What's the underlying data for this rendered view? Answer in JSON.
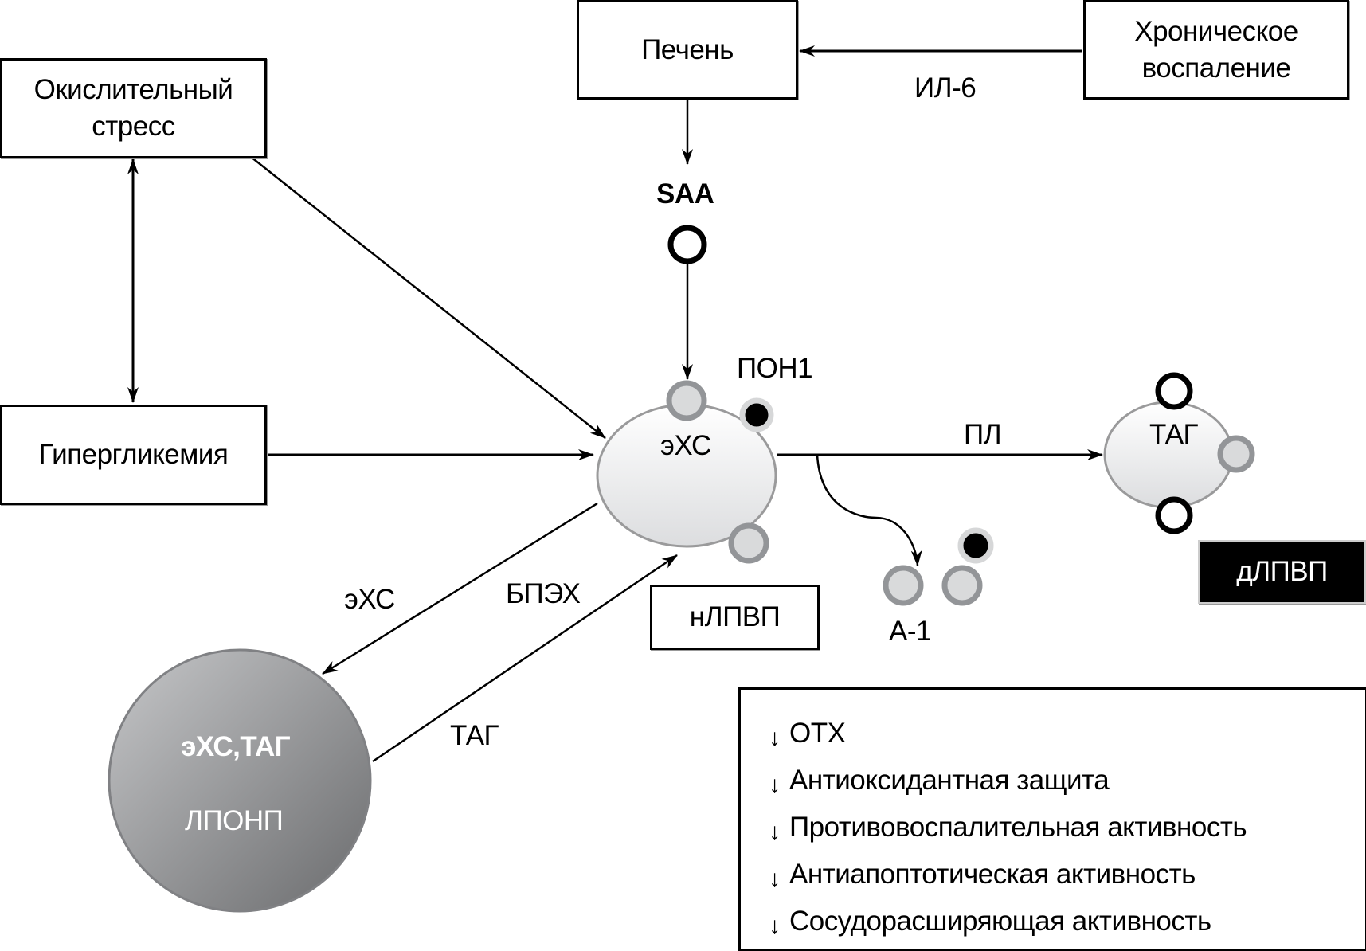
{
  "boxes": {
    "oxidative_stress": "Окислительный стресс",
    "hyperglycemia": "Гипергликемия",
    "liver": "Печень",
    "chronic_inflammation": "Хроническое воспаление",
    "normal_hdl": "нЛПВП",
    "dysfunctional_hdl": "дЛПВП"
  },
  "labels": {
    "il6": "ИЛ-6",
    "saa": "SAA",
    "pon1": "ПОН1",
    "hdl_core": "эХС",
    "pl": "ПЛ",
    "tag_core": "ТАГ",
    "a1": "А-1",
    "exc_arrow": "эХС",
    "cetp_arrow": "БПЭХ",
    "tag_arrow": "ТАГ",
    "vldl_contents": "эХС,ТАГ",
    "vldl_name": "ЛПОНП"
  },
  "effects": {
    "arrow_glyph": "↓",
    "items": [
      "ОТХ",
      "Антиоксидантная защита",
      "Противовоспалительная активность",
      "Антиапоптотическая активность",
      "Сосудорасширяющая активность"
    ]
  },
  "colors": {
    "line": "#000000",
    "particle_fill": "#ececec",
    "particle_stroke": "#9a9a9b",
    "apoa1_fill": "#d9dadb",
    "apoa1_ring": "#939598",
    "pon1_fill": "#000000",
    "pon1_ring": "#d6d7d8",
    "vldl_light": "#c4c5c7",
    "vldl_dark": "#6f7072"
  }
}
